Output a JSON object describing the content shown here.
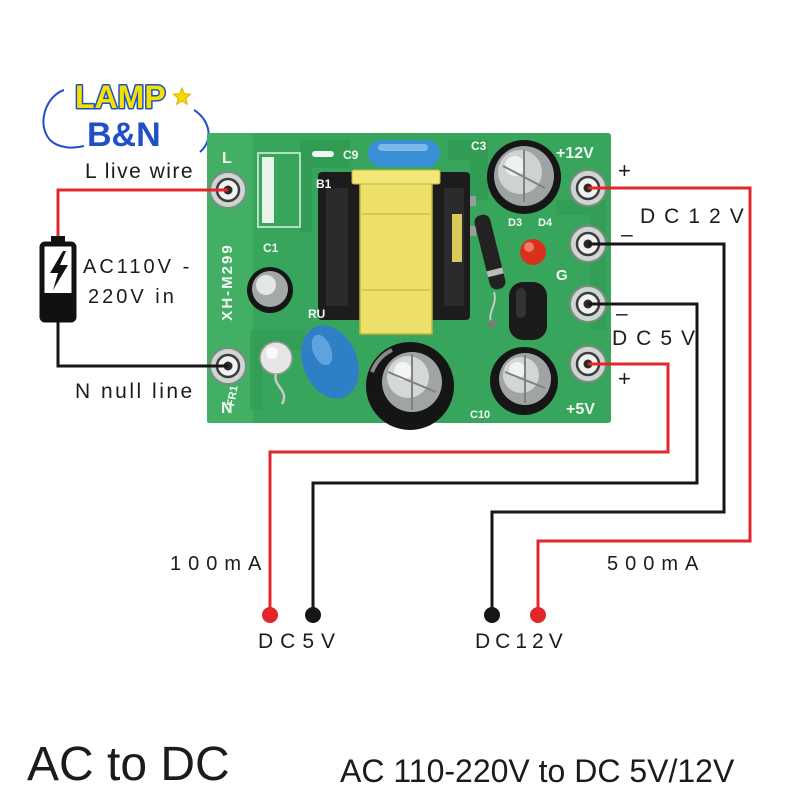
{
  "logo": {
    "top": "LAMP",
    "bottom": "B&N"
  },
  "input": {
    "live_wire": "L live wire",
    "voltage_line1": "AC110V -",
    "voltage_line2": "220V in",
    "null_line": "N null line"
  },
  "board": {
    "model": "XH-M299",
    "labels": {
      "l": "L",
      "n": "N",
      "c9": "C9",
      "c3": "C3",
      "plus_12v": "+12V",
      "b1": "B1",
      "d3": "D3",
      "d4": "D4",
      "c1": "C1",
      "g": "G",
      "fr1": "FR1",
      "ru": "RU",
      "c10": "C10",
      "plus_5v": "+5V"
    }
  },
  "output_markers": {
    "dc12v_plus": "+",
    "dc12v_label": "DC12V",
    "dc12v_minus": "–",
    "dc5v_minus": "–",
    "dc5v_label": "DC5V",
    "dc5v_plus": "+"
  },
  "outputs": {
    "dc5v": {
      "current": "100mA",
      "label": "DC5V"
    },
    "dc12v": {
      "current": "500mA",
      "label": "DC12V"
    }
  },
  "footer": {
    "title": "AC to DC",
    "subtitle": "AC 110-220V to DC 5V/12V"
  },
  "colors": {
    "positive_wire": "#e3262c",
    "negative_wire": "#161616",
    "pcb": "#38a55c",
    "accent_text": "#e3262c",
    "logo_yellow": "#f5e100",
    "logo_blue": "#2050c8"
  },
  "icons": {
    "battery": "battery-icon",
    "lightning": "lightning-icon",
    "star": "star-icon"
  }
}
